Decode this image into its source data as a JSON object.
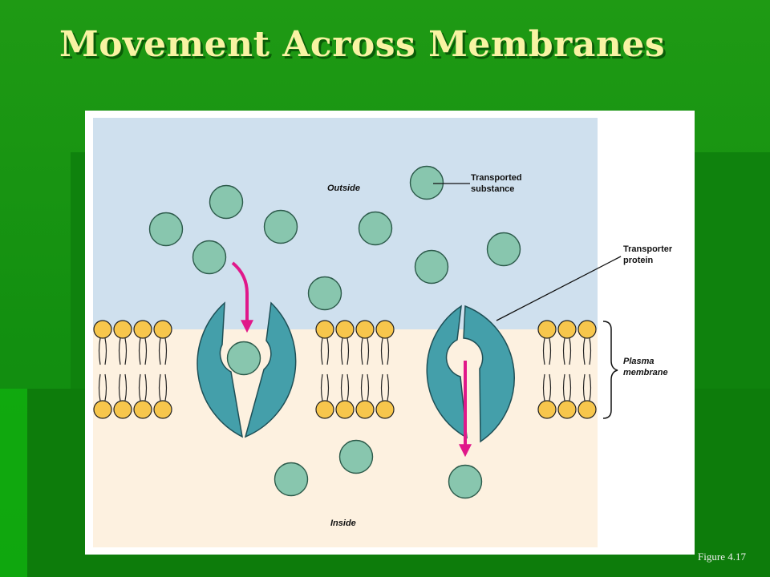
{
  "slide": {
    "title": "Movement Across Membranes",
    "caption": "Figure 4.17"
  },
  "diagram": {
    "labels": {
      "outside": "Outside",
      "inside": "Inside",
      "transported_line1": "Transported",
      "transported_line2": "substance",
      "transporter_line1": "Transporter",
      "transporter_line2": "protein",
      "membrane_line1": "Plasma",
      "membrane_line2": "membrane"
    },
    "colors": {
      "outside_fluid": "#cfe0ee",
      "inside_fluid": "#fdf1e0",
      "molecule": "#88c6ae",
      "protein": "#449faa",
      "lipid_head": "#f7c64c",
      "arrow": "#e0188a"
    }
  }
}
